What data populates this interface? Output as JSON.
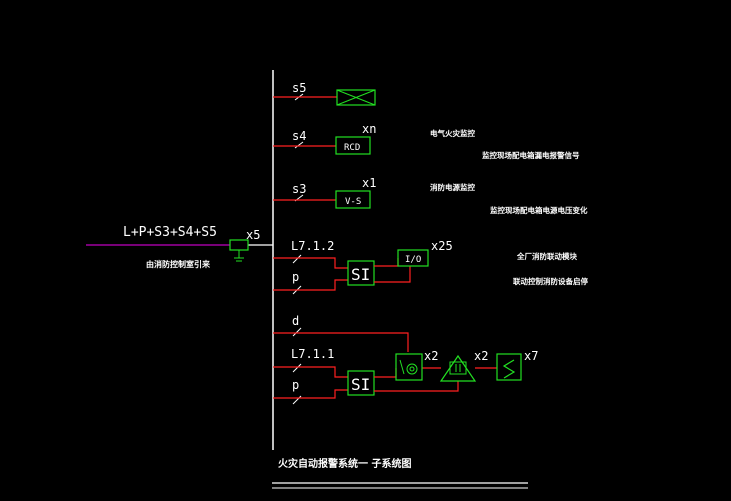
{
  "feeder": {
    "label": "L+P+S3+S4+S5",
    "note": "由消防控制室引来",
    "device_count": "x5",
    "line_color": "#c000c0"
  },
  "branches": {
    "s5": {
      "label": "s5"
    },
    "s4": {
      "label": "s4",
      "device": "RCD",
      "count": "xn"
    },
    "s3": {
      "label": "s3",
      "device": "V-S",
      "count": "x1"
    },
    "l712": {
      "label": "L7.1.2",
      "sub": "p",
      "panel": "SI",
      "module": "I/O",
      "count": "x25"
    },
    "d": {
      "label": "d"
    },
    "l711": {
      "label": "L7.1.1",
      "sub": "p",
      "panel": "SI",
      "count_a": "x2",
      "count_b": "x2",
      "count_c": "x7"
    }
  },
  "notes": {
    "n1": "电气火灾监控",
    "n2": "监控现场配电箱漏电报警信号",
    "n3": "消防电源监控",
    "n4": "监控现场配电箱电源电压变化",
    "n5": "全厂消防联动模块",
    "n6": "联动控制消防设备启停"
  },
  "title": "火灾自动报警系统一 子系统图",
  "colors": {
    "background": "#000000",
    "bus": "#ffffff",
    "wire": "#ff2020",
    "device": "#22e022",
    "text": "#ffffff"
  }
}
